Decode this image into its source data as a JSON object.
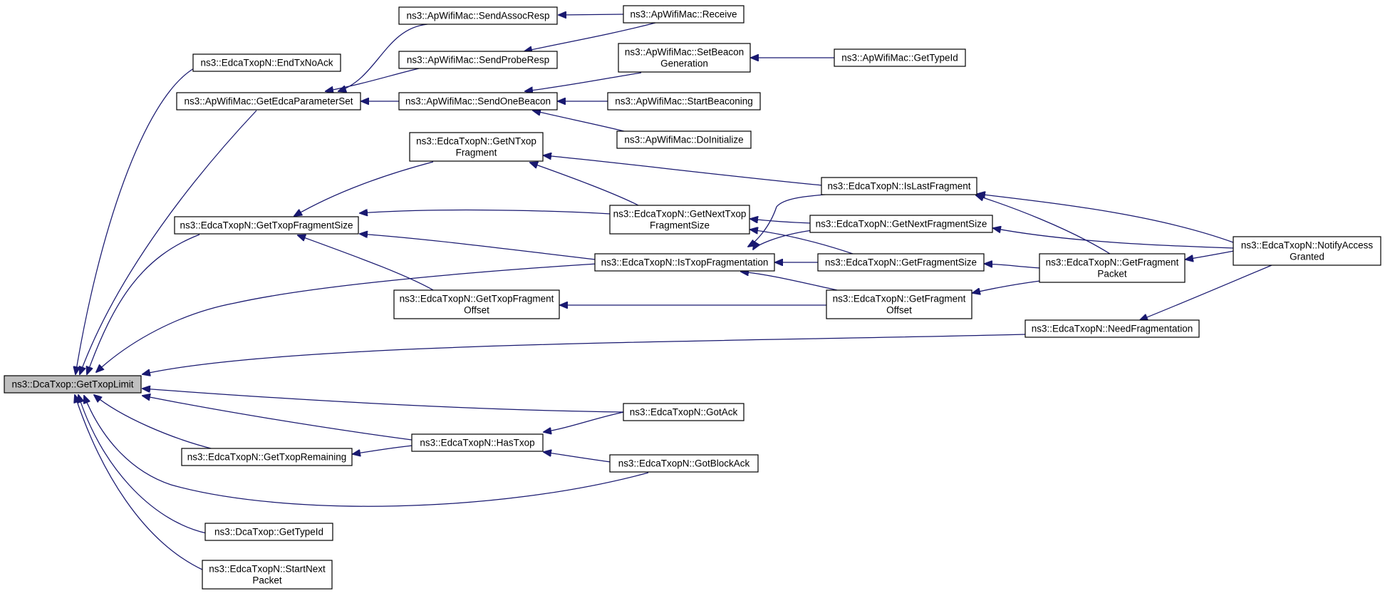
{
  "graph": {
    "title": "",
    "colors": {
      "edge": "#191970",
      "node_border": "#000000",
      "root_fill": "#bfbfbf",
      "node_fill": "#ffffff"
    },
    "nodes": [
      {
        "id": "root",
        "lines": [
          "ns3::DcaTxop::GetTxopLimit"
        ],
        "root": true
      },
      {
        "id": "endTxNoAck",
        "lines": [
          "ns3::EdcaTxopN::EndTxNoAck"
        ]
      },
      {
        "id": "getEdcaParam",
        "lines": [
          "ns3::ApWifiMac::GetEdcaParameterSet"
        ]
      },
      {
        "id": "getTxopFragSize",
        "lines": [
          "ns3::EdcaTxopN::GetTxopFragmentSize"
        ]
      },
      {
        "id": "getTxopRemaining",
        "lines": [
          "ns3::EdcaTxopN::GetTxopRemaining"
        ]
      },
      {
        "id": "getTypeIdDca",
        "lines": [
          "ns3::DcaTxop::GetTypeId"
        ]
      },
      {
        "id": "startNextPacket",
        "lines": [
          "ns3::EdcaTxopN::StartNext",
          "Packet"
        ]
      },
      {
        "id": "sendAssocResp",
        "lines": [
          "ns3::ApWifiMac::SendAssocResp"
        ]
      },
      {
        "id": "sendProbeResp",
        "lines": [
          "ns3::ApWifiMac::SendProbeResp"
        ]
      },
      {
        "id": "sendOneBeacon",
        "lines": [
          "ns3::ApWifiMac::SendOneBeacon"
        ]
      },
      {
        "id": "getNTxopFrag",
        "lines": [
          "ns3::EdcaTxopN::GetNTxop",
          "Fragment"
        ]
      },
      {
        "id": "getTxopFragOffset",
        "lines": [
          "ns3::EdcaTxopN::GetTxopFragment",
          "Offset"
        ]
      },
      {
        "id": "hasTxop",
        "lines": [
          "ns3::EdcaTxopN::HasTxop"
        ]
      },
      {
        "id": "receive",
        "lines": [
          "ns3::ApWifiMac::Receive"
        ]
      },
      {
        "id": "setBeaconGen",
        "lines": [
          "ns3::ApWifiMac::SetBeacon",
          "Generation"
        ]
      },
      {
        "id": "startBeaconing",
        "lines": [
          "ns3::ApWifiMac::StartBeaconing"
        ]
      },
      {
        "id": "doInitialize",
        "lines": [
          "ns3::ApWifiMac::DoInitialize"
        ]
      },
      {
        "id": "getNextTxopFragSize",
        "lines": [
          "ns3::EdcaTxopN::GetNextTxop",
          "FragmentSize"
        ]
      },
      {
        "id": "isTxopFragmentation",
        "lines": [
          "ns3::EdcaTxopN::IsTxopFragmentation"
        ]
      },
      {
        "id": "gotAck",
        "lines": [
          "ns3::EdcaTxopN::GotAck"
        ]
      },
      {
        "id": "gotBlockAck",
        "lines": [
          "ns3::EdcaTxopN::GotBlockAck"
        ]
      },
      {
        "id": "getTypeIdAp",
        "lines": [
          "ns3::ApWifiMac::GetTypeId"
        ]
      },
      {
        "id": "isLastFragment",
        "lines": [
          "ns3::EdcaTxopN::IsLastFragment"
        ]
      },
      {
        "id": "getNextFragSize",
        "lines": [
          "ns3::EdcaTxopN::GetNextFragmentSize"
        ]
      },
      {
        "id": "getFragSize",
        "lines": [
          "ns3::EdcaTxopN::GetFragmentSize"
        ]
      },
      {
        "id": "getFragOffset",
        "lines": [
          "ns3::EdcaTxopN::GetFragment",
          "Offset"
        ]
      },
      {
        "id": "getFragPacket",
        "lines": [
          "ns3::EdcaTxopN::GetFragment",
          "Packet"
        ]
      },
      {
        "id": "needFragmentation",
        "lines": [
          "ns3::EdcaTxopN::NeedFragmentation"
        ]
      },
      {
        "id": "notifyAccessGranted",
        "lines": [
          "ns3::EdcaTxopN::NotifyAccess",
          "Granted"
        ]
      }
    ],
    "edges": [
      {
        "from": "endTxNoAck",
        "to": "root"
      },
      {
        "from": "getEdcaParam",
        "to": "root"
      },
      {
        "from": "getTxopFragSize",
        "to": "root"
      },
      {
        "from": "isTxopFragmentation",
        "to": "root"
      },
      {
        "from": "needFragmentation",
        "to": "root"
      },
      {
        "from": "gotAck",
        "to": "root"
      },
      {
        "from": "hasTxop",
        "to": "root"
      },
      {
        "from": "getTxopRemaining",
        "to": "root"
      },
      {
        "from": "gotBlockAck",
        "to": "root"
      },
      {
        "from": "getTypeIdDca",
        "to": "root"
      },
      {
        "from": "startNextPacket",
        "to": "root"
      },
      {
        "from": "sendAssocResp",
        "to": "getEdcaParam"
      },
      {
        "from": "sendProbeResp",
        "to": "getEdcaParam"
      },
      {
        "from": "sendOneBeacon",
        "to": "getEdcaParam"
      },
      {
        "from": "receive",
        "to": "sendAssocResp"
      },
      {
        "from": "receive",
        "to": "sendProbeResp"
      },
      {
        "from": "setBeaconGen",
        "to": "sendOneBeacon"
      },
      {
        "from": "startBeaconing",
        "to": "sendOneBeacon"
      },
      {
        "from": "doInitialize",
        "to": "sendOneBeacon"
      },
      {
        "from": "getTypeIdAp",
        "to": "setBeaconGen"
      },
      {
        "from": "getNTxopFrag",
        "to": "getTxopFragSize"
      },
      {
        "from": "getNextTxopFragSize",
        "to": "getTxopFragSize"
      },
      {
        "from": "isTxopFragmentation",
        "to": "getTxopFragSize"
      },
      {
        "from": "getTxopFragOffset",
        "to": "getTxopFragSize"
      },
      {
        "from": "isLastFragment",
        "to": "getNTxopFrag"
      },
      {
        "from": "getNextTxopFragSize",
        "to": "getNTxopFrag"
      },
      {
        "from": "getNextFragSize",
        "to": "getNextTxopFragSize"
      },
      {
        "from": "getFragSize",
        "to": "getNextTxopFragSize"
      },
      {
        "from": "isLastFragment",
        "to": "isTxopFragmentation"
      },
      {
        "from": "getNextFragSize",
        "to": "isTxopFragmentation"
      },
      {
        "from": "getFragSize",
        "to": "isTxopFragmentation"
      },
      {
        "from": "getFragOffset",
        "to": "isTxopFragmentation"
      },
      {
        "from": "getFragOffset",
        "to": "getTxopFragOffset"
      },
      {
        "from": "gotAck",
        "to": "hasTxop"
      },
      {
        "from": "gotBlockAck",
        "to": "hasTxop"
      },
      {
        "from": "hasTxop",
        "to": "getTxopRemaining"
      },
      {
        "from": "getFragPacket",
        "to": "isLastFragment"
      },
      {
        "from": "notifyAccessGranted",
        "to": "isLastFragment"
      },
      {
        "from": "notifyAccessGranted",
        "to": "getNextFragSize"
      },
      {
        "from": "getFragPacket",
        "to": "getFragSize"
      },
      {
        "from": "getFragPacket",
        "to": "getFragOffset"
      },
      {
        "from": "notifyAccessGranted",
        "to": "getFragPacket"
      },
      {
        "from": "notifyAccessGranted",
        "to": "needFragmentation"
      }
    ]
  }
}
